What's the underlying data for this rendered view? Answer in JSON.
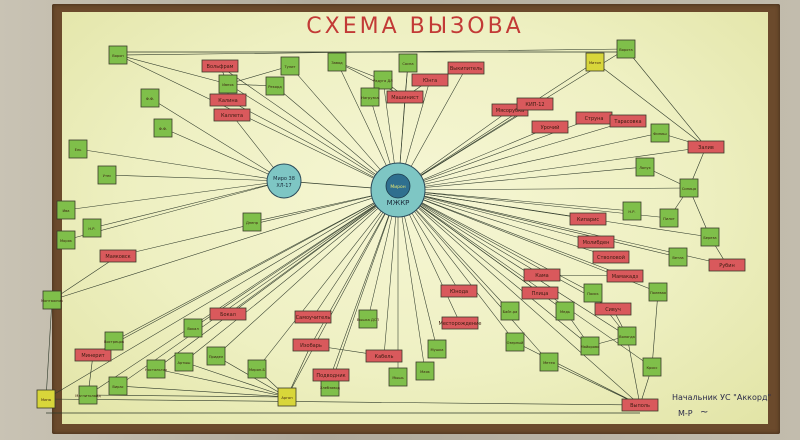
{
  "title": "СХЕМА ВЫЗОВА",
  "signature": {
    "line1": "Начальник УС \"Аккорд\"",
    "line2": "М-Р"
  },
  "colors": {
    "red": "#d9595c",
    "green": "#7fbf4a",
    "yellow": "#d8d63a",
    "line": "#2f3a2a",
    "hub": "#7ec6c4",
    "title": "#c23a36"
  },
  "hubs": [
    {
      "id": "main",
      "label_top": "Мирон",
      "label_bottom": "МЖКР"
    },
    {
      "id": "sub",
      "label_top": "Миро 38",
      "label_bottom": "ХЛ-17"
    }
  ],
  "nodes": [
    {
      "id": 1,
      "label": "Ворон",
      "color": "green"
    },
    {
      "id": 2,
      "label": "Вольфрам",
      "color": "red"
    },
    {
      "id": 3,
      "label": "Тулит",
      "color": "green"
    },
    {
      "id": 4,
      "label": "Ивняк",
      "color": "green"
    },
    {
      "id": 5,
      "label": "Рекорд",
      "color": "green"
    },
    {
      "id": 6,
      "label": "Калина",
      "color": "red"
    },
    {
      "id": 7,
      "label": "Каллета",
      "color": "red"
    },
    {
      "id": 8,
      "label": "Ф.Ф.",
      "color": "green"
    },
    {
      "id": 9,
      "label": "Ф.Ф.",
      "color": "green"
    },
    {
      "id": 10,
      "label": "Завод",
      "color": "green"
    },
    {
      "id": 11,
      "label": "Сосна",
      "color": "green"
    },
    {
      "id": 12,
      "label": "Радуга ДЛ",
      "color": "green"
    },
    {
      "id": 13,
      "label": "Нагрузка",
      "color": "green"
    },
    {
      "id": 14,
      "label": "Юнга",
      "color": "red"
    },
    {
      "id": 15,
      "label": "Машинист",
      "color": "red"
    },
    {
      "id": 16,
      "label": "Выкипитель",
      "color": "red"
    },
    {
      "id": 17,
      "label": "Мясорубка",
      "color": "red"
    },
    {
      "id": 18,
      "label": "КИП-12",
      "color": "red"
    },
    {
      "id": 19,
      "label": "Урочий",
      "color": "red"
    },
    {
      "id": 20,
      "label": "Струна",
      "color": "red"
    },
    {
      "id": 21,
      "label": "Тарасовка",
      "color": "red"
    },
    {
      "id": 22,
      "label": "Митон",
      "color": "yellow"
    },
    {
      "id": 23,
      "label": "Ворота",
      "color": "green"
    },
    {
      "id": 24,
      "label": "Финиш",
      "color": "green"
    },
    {
      "id": 25,
      "label": "Залив",
      "color": "red"
    },
    {
      "id": 26,
      "label": "Лопух",
      "color": "green"
    },
    {
      "id": 27,
      "label": "Синица",
      "color": "green"
    },
    {
      "id": 28,
      "label": "Н.Р.",
      "color": "green"
    },
    {
      "id": 29,
      "label": "Пилот",
      "color": "green"
    },
    {
      "id": 30,
      "label": "Береза",
      "color": "green"
    },
    {
      "id": 31,
      "label": "Рубин",
      "color": "red"
    },
    {
      "id": 32,
      "label": "Ветла",
      "color": "green"
    },
    {
      "id": 33,
      "label": "Кипарис",
      "color": "red"
    },
    {
      "id": 34,
      "label": "Молибден",
      "color": "red"
    },
    {
      "id": 35,
      "label": "Стволовой",
      "color": "red"
    },
    {
      "id": 36,
      "label": "Мамакадз",
      "color": "red"
    },
    {
      "id": 37,
      "label": "Кама",
      "color": "red"
    },
    {
      "id": 38,
      "label": "Плица",
      "color": "red"
    },
    {
      "id": 39,
      "label": "Поиск",
      "color": "green"
    },
    {
      "id": 40,
      "label": "Полевая",
      "color": "green"
    },
    {
      "id": 41,
      "label": "Байг-ра",
      "color": "green"
    },
    {
      "id": 42,
      "label": "Медь",
      "color": "green"
    },
    {
      "id": 43,
      "label": "Сивуч",
      "color": "red"
    },
    {
      "id": 44,
      "label": "Вологда",
      "color": "green"
    },
    {
      "id": 45,
      "label": "Майорово",
      "color": "green"
    },
    {
      "id": 46,
      "label": "Озерный",
      "color": "green"
    },
    {
      "id": 47,
      "label": "Метео",
      "color": "green"
    },
    {
      "id": 48,
      "label": "Кросс",
      "color": "green"
    },
    {
      "id": 49,
      "label": "Юнода",
      "color": "red"
    },
    {
      "id": 50,
      "label": "Месторождение",
      "color": "red"
    },
    {
      "id": 51,
      "label": "Мушка",
      "color": "green"
    },
    {
      "id": 52,
      "label": "Мышь",
      "color": "green"
    },
    {
      "id": 53,
      "label": "Маяк",
      "color": "green"
    },
    {
      "id": 54,
      "label": "Кабель",
      "color": "red"
    },
    {
      "id": 55,
      "label": "Вышка ДСП",
      "color": "green"
    },
    {
      "id": 56,
      "label": "Хлебзавод",
      "color": "green"
    },
    {
      "id": 57,
      "label": "Подводник",
      "color": "red"
    },
    {
      "id": 58,
      "label": "Изобарь",
      "color": "red"
    },
    {
      "id": 59,
      "label": "Самоучитель",
      "color": "red"
    },
    {
      "id": 60,
      "label": "Бокал",
      "color": "red"
    },
    {
      "id": 61,
      "label": "Вокал",
      "color": "green"
    },
    {
      "id": 62,
      "label": "Мирон-Б",
      "color": "green"
    },
    {
      "id": 63,
      "label": "Придел",
      "color": "green"
    },
    {
      "id": 64,
      "label": "Артыш",
      "color": "green"
    },
    {
      "id": 65,
      "label": "Ностальгия",
      "color": "green"
    },
    {
      "id": 66,
      "label": "Минерит",
      "color": "red"
    },
    {
      "id": 67,
      "label": "Вострецов",
      "color": "green"
    },
    {
      "id": 68,
      "label": "Вирас",
      "color": "green"
    },
    {
      "id": 69,
      "label": "Магнитолайд",
      "color": "green"
    },
    {
      "id": 70,
      "label": "Мина",
      "color": "yellow"
    },
    {
      "id": 71,
      "label": "Аргон",
      "color": "yellow"
    },
    {
      "id": 72,
      "label": "Монтажник",
      "color": "green"
    },
    {
      "id": 73,
      "label": "Маяковск",
      "color": "red"
    },
    {
      "id": 74,
      "label": "Моряк",
      "color": "green"
    },
    {
      "id": 75,
      "label": "Н.Р.",
      "color": "green"
    },
    {
      "id": 76,
      "label": "Ива",
      "color": "green"
    },
    {
      "id": 77,
      "label": "Утес",
      "color": "green"
    },
    {
      "id": 78,
      "label": "Ель",
      "color": "green"
    },
    {
      "id": 79,
      "label": "Днепр",
      "color": "green"
    },
    {
      "id": 80,
      "label": "Выполь",
      "color": "red"
    }
  ],
  "edges": [
    [
      1,
      23
    ],
    [
      70,
      80
    ],
    [
      1,
      4
    ],
    [
      4,
      3
    ],
    [
      4,
      5
    ],
    [
      2,
      4
    ],
    [
      4,
      6
    ],
    [
      10,
      12
    ],
    [
      10,
      15
    ],
    [
      11,
      15
    ],
    [
      14,
      15
    ],
    [
      12,
      15
    ],
    [
      22,
      25
    ],
    [
      23,
      25
    ],
    [
      24,
      25
    ],
    [
      25,
      27
    ],
    [
      26,
      27
    ],
    [
      27,
      29
    ],
    [
      27,
      30
    ],
    [
      30,
      31
    ],
    [
      37,
      36
    ],
    [
      42,
      45
    ],
    [
      44,
      45
    ],
    [
      39,
      44
    ],
    [
      43,
      44
    ],
    [
      40,
      48
    ],
    [
      48,
      80
    ],
    [
      44,
      80
    ],
    [
      71,
      62
    ],
    [
      71,
      64
    ],
    [
      71,
      65
    ],
    [
      71,
      63
    ],
    [
      71,
      68
    ],
    [
      71,
      58
    ],
    [
      73,
      72
    ],
    [
      72,
      70
    ],
    [
      66,
      69
    ],
    [
      58,
      54
    ],
    [
      69,
      71
    ],
    [
      46,
      80
    ],
    [
      47,
      80
    ]
  ]
}
